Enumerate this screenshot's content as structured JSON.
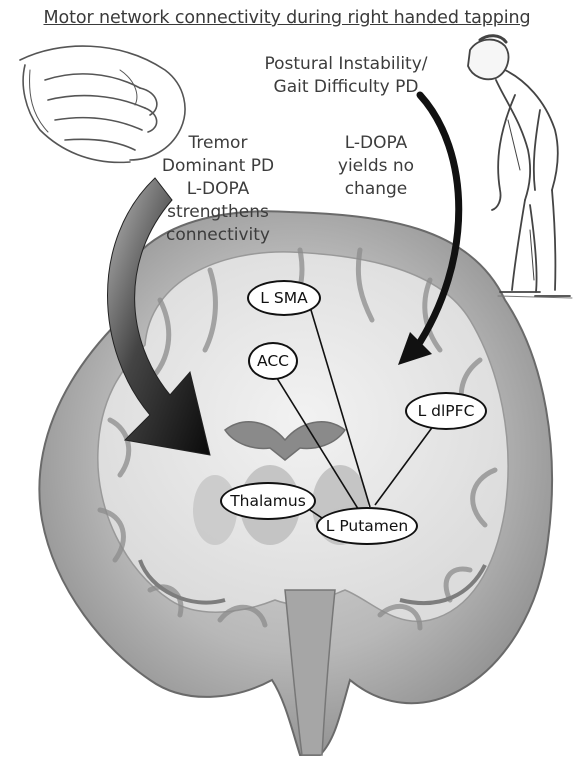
{
  "title": "Motor network connectivity during right handed tapping",
  "tremor_caption": [
    "Tremor",
    "Dominant PD",
    "L-DOPA",
    "strengthens",
    "connectivity"
  ],
  "pigd_caption": [
    "Postural Instability/",
    "Gait Difficulty PD"
  ],
  "ldopa_caption": [
    "L-DOPA",
    "yields no",
    "change"
  ],
  "regions": {
    "l_sma": "L SMA",
    "acc": "ACC",
    "l_dlpfc": "L dlPFC",
    "thalamus": "Thalamus",
    "l_putamen": "L Putamen"
  },
  "colors": {
    "text": "#3c3c3c",
    "arrow": "#111111",
    "brain_light": "#e6e6e6",
    "brain_dark": "#7a7a7a"
  },
  "icons": [
    "tremor-hand-illustration",
    "stooped-man-illustration",
    "coronal-brain-slice"
  ]
}
